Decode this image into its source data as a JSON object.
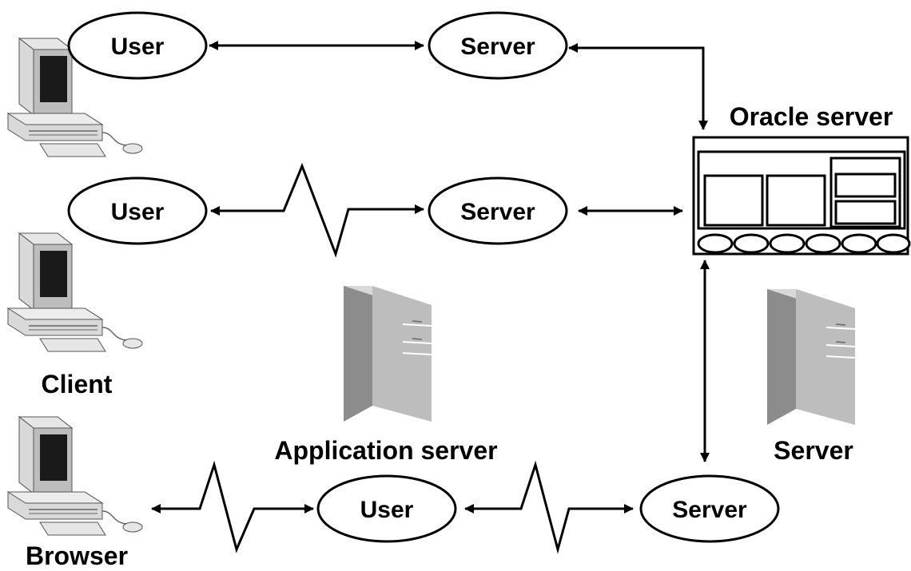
{
  "nodes": {
    "user_top": "User",
    "server_top": "Server",
    "user_mid": "User",
    "server_mid": "Server",
    "user_bottom": "User",
    "server_bottom": "Server"
  },
  "labels": {
    "oracle_server": "Oracle server",
    "client": "Client",
    "browser": "Browser",
    "application_server": "Application server",
    "server": "Server"
  },
  "colors": {
    "line": "#000000",
    "device_light": "#e6e6e6",
    "device_mid": "#bdbdbd",
    "device_dark": "#8c8c8c",
    "screen": "#1a1a1a"
  },
  "icons": [
    "desktop-computer-icon",
    "server-tower-icon",
    "database-server-icon"
  ]
}
